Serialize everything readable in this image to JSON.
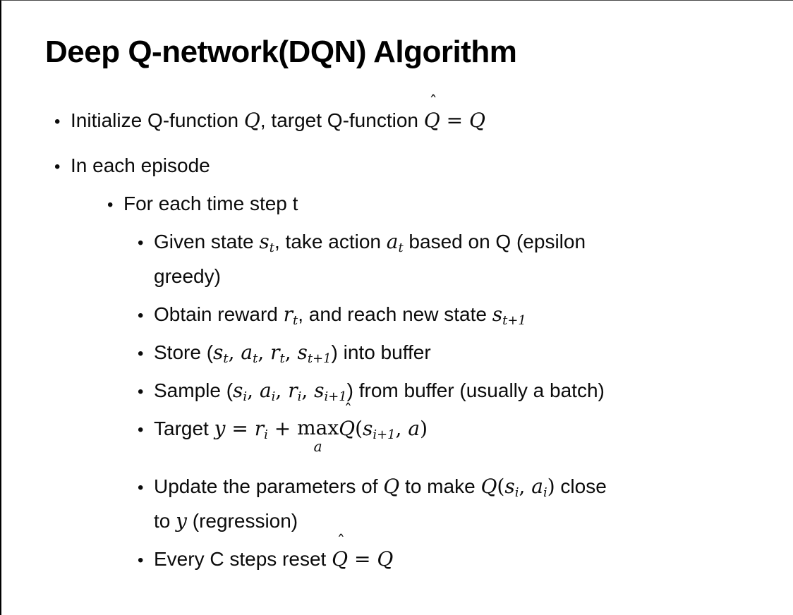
{
  "slide": {
    "title": "Deep Q-network(DQN) Algorithm",
    "bullet_glyph": "•",
    "bullets": [
      {
        "level": 1,
        "lines": [
          [
            {
              "k": "p",
              "t": "Initialize Q-function "
            },
            {
              "k": "v",
              "t": "Q"
            },
            {
              "k": "p",
              "t": ", target Q-function "
            },
            {
              "k": "hat",
              "t": "Q"
            },
            {
              "k": "m",
              "t": " = "
            },
            {
              "k": "v",
              "t": "Q"
            }
          ]
        ]
      },
      {
        "level": 1,
        "lines": [
          [
            {
              "k": "p",
              "t": "In each episode"
            }
          ]
        ]
      },
      {
        "level": 2,
        "lines": [
          [
            {
              "k": "p",
              "t": "For each time step t"
            }
          ]
        ]
      },
      {
        "level": 3,
        "lines": [
          [
            {
              "k": "p",
              "t": "Given state "
            },
            {
              "k": "vs",
              "t": "s",
              "s": "t"
            },
            {
              "k": "p",
              "t": ", take action "
            },
            {
              "k": "vs",
              "t": "a",
              "s": "t"
            },
            {
              "k": "p",
              "t": " based on Q (epsilon"
            }
          ],
          [
            {
              "k": "p",
              "t": "greedy)"
            }
          ]
        ]
      },
      {
        "level": 3,
        "lines": [
          [
            {
              "k": "p",
              "t": "Obtain reward "
            },
            {
              "k": "vs",
              "t": "r",
              "s": "t"
            },
            {
              "k": "p",
              "t": ", and reach new state "
            },
            {
              "k": "vs",
              "t": "s",
              "s": "t+1"
            }
          ]
        ]
      },
      {
        "level": 3,
        "lines": [
          [
            {
              "k": "p",
              "t": "Store ("
            },
            {
              "k": "vs",
              "t": "s",
              "s": "t"
            },
            {
              "k": "m",
              "t": ", "
            },
            {
              "k": "vs",
              "t": "a",
              "s": "t"
            },
            {
              "k": "m",
              "t": ", "
            },
            {
              "k": "vs",
              "t": "r",
              "s": "t"
            },
            {
              "k": "m",
              "t": ", "
            },
            {
              "k": "vs",
              "t": "s",
              "s": "t+1"
            },
            {
              "k": "p",
              "t": ") into buffer"
            }
          ]
        ]
      },
      {
        "level": 3,
        "lines": [
          [
            {
              "k": "p",
              "t": "Sample ("
            },
            {
              "k": "vs",
              "t": "s",
              "s": "i"
            },
            {
              "k": "m",
              "t": ", "
            },
            {
              "k": "vs",
              "t": "a",
              "s": "i"
            },
            {
              "k": "m",
              "t": ", "
            },
            {
              "k": "vs",
              "t": "r",
              "s": "i"
            },
            {
              "k": "m",
              "t": ", "
            },
            {
              "k": "vs",
              "t": "s",
              "s": "i+1"
            },
            {
              "k": "p",
              "t": ") from buffer (usually a batch)"
            }
          ]
        ]
      },
      {
        "level": 3,
        "lines": [
          [
            {
              "k": "p",
              "t": "Target "
            },
            {
              "k": "v",
              "t": "y"
            },
            {
              "k": "m",
              "t": " = "
            },
            {
              "k": "vs",
              "t": "r",
              "s": "i"
            },
            {
              "k": "m",
              "t": " + "
            },
            {
              "k": "under",
              "t": "max",
              "s": "a"
            },
            {
              "k": "hat",
              "t": "Q"
            },
            {
              "k": "m",
              "t": "("
            },
            {
              "k": "vs",
              "t": "s",
              "s": "i+1"
            },
            {
              "k": "m",
              "t": ", "
            },
            {
              "k": "v",
              "t": "a"
            },
            {
              "k": "m",
              "t": ")"
            }
          ]
        ]
      },
      {
        "level": 3,
        "lines": [
          [
            {
              "k": "p",
              "t": "Update the parameters of "
            },
            {
              "k": "v",
              "t": "Q"
            },
            {
              "k": "p",
              "t": " to make "
            },
            {
              "k": "v",
              "t": "Q"
            },
            {
              "k": "m",
              "t": "("
            },
            {
              "k": "vs",
              "t": "s",
              "s": "i"
            },
            {
              "k": "m",
              "t": ", "
            },
            {
              "k": "vs",
              "t": "a",
              "s": "i"
            },
            {
              "k": "m",
              "t": ")"
            },
            {
              "k": "p",
              "t": " close"
            }
          ],
          [
            {
              "k": "p",
              "t": "to "
            },
            {
              "k": "v",
              "t": "y"
            },
            {
              "k": "p",
              "t": " (regression)"
            }
          ]
        ]
      },
      {
        "level": 3,
        "lines": [
          [
            {
              "k": "p",
              "t": "Every C steps reset "
            },
            {
              "k": "hat",
              "t": "Q"
            },
            {
              "k": "m",
              "t": " = "
            },
            {
              "k": "v",
              "t": "Q"
            }
          ]
        ]
      }
    ]
  }
}
